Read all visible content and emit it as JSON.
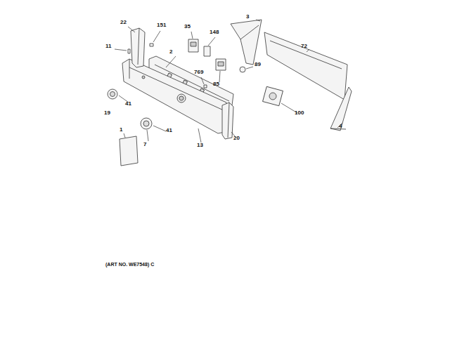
{
  "diagram": {
    "labels": [
      "22",
      "151",
      "35",
      "148",
      "3",
      "72",
      "11",
      "2",
      "89",
      "769",
      "85",
      "19",
      "41",
      "100",
      "4",
      "1",
      "7",
      "41",
      "13",
      "20",
      "(ART NO. WE7548) C"
    ]
  }
}
